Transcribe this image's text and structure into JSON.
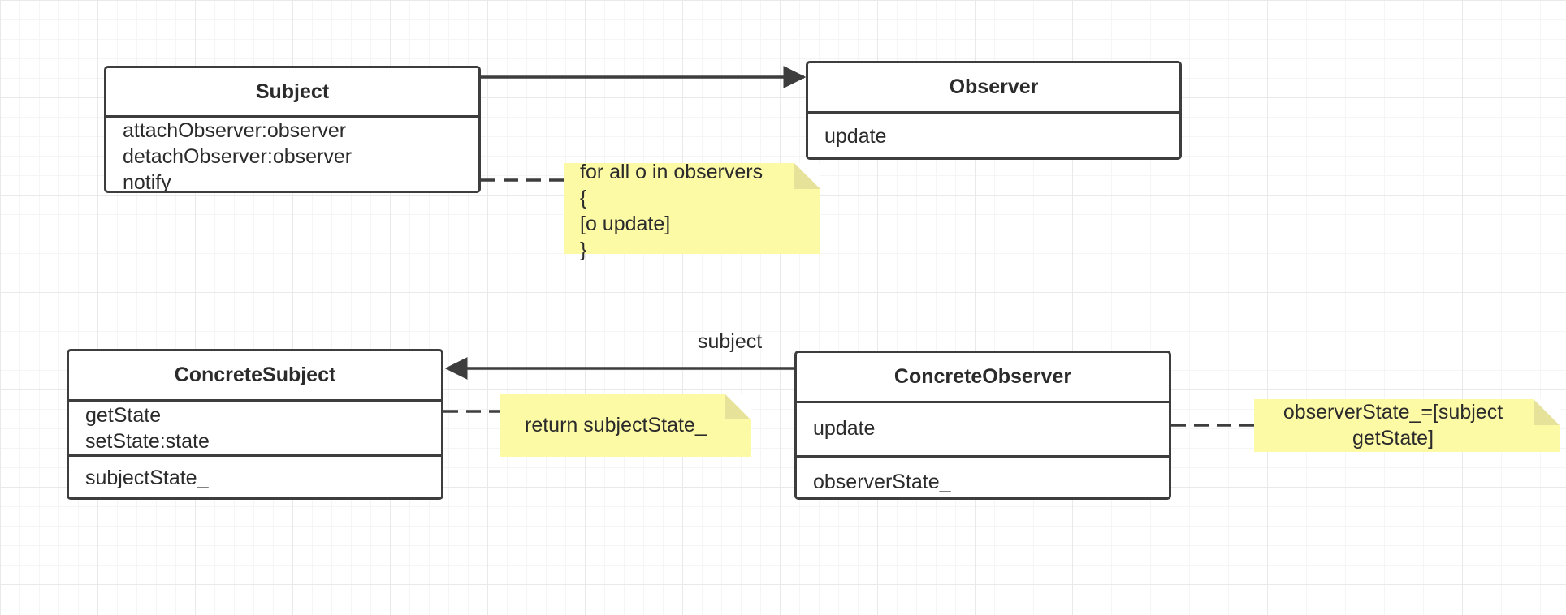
{
  "diagram": {
    "classes": {
      "subject": {
        "name": "Subject",
        "members": [
          "attachObserver:observer",
          "detachObserver:observer",
          "notify"
        ]
      },
      "observer": {
        "name": "Observer",
        "members": [
          "update"
        ]
      },
      "concrete_subject": {
        "name": "ConcreteSubject",
        "members": [
          "getState",
          "setState:state"
        ],
        "attributes": [
          "subjectState_"
        ]
      },
      "concrete_observer": {
        "name": "ConcreteObserver",
        "members": [
          "update"
        ],
        "attributes": [
          "observerState_"
        ]
      }
    },
    "notes": {
      "notify_note": {
        "lines": [
          "for all o in observers",
          "{",
          "[o update]",
          "}"
        ]
      },
      "get_state_note": {
        "lines": [
          "return subjectState_"
        ]
      },
      "update_note": {
        "lines": [
          "observerState_=[subject",
          "getState]"
        ]
      }
    },
    "edges": {
      "subject_association_label": "subject"
    },
    "colors": {
      "note_background": "#fdfaa6",
      "note_fold": "#e6e29a",
      "line": "#3d3d3d",
      "grid": "#e9e9e9"
    }
  }
}
